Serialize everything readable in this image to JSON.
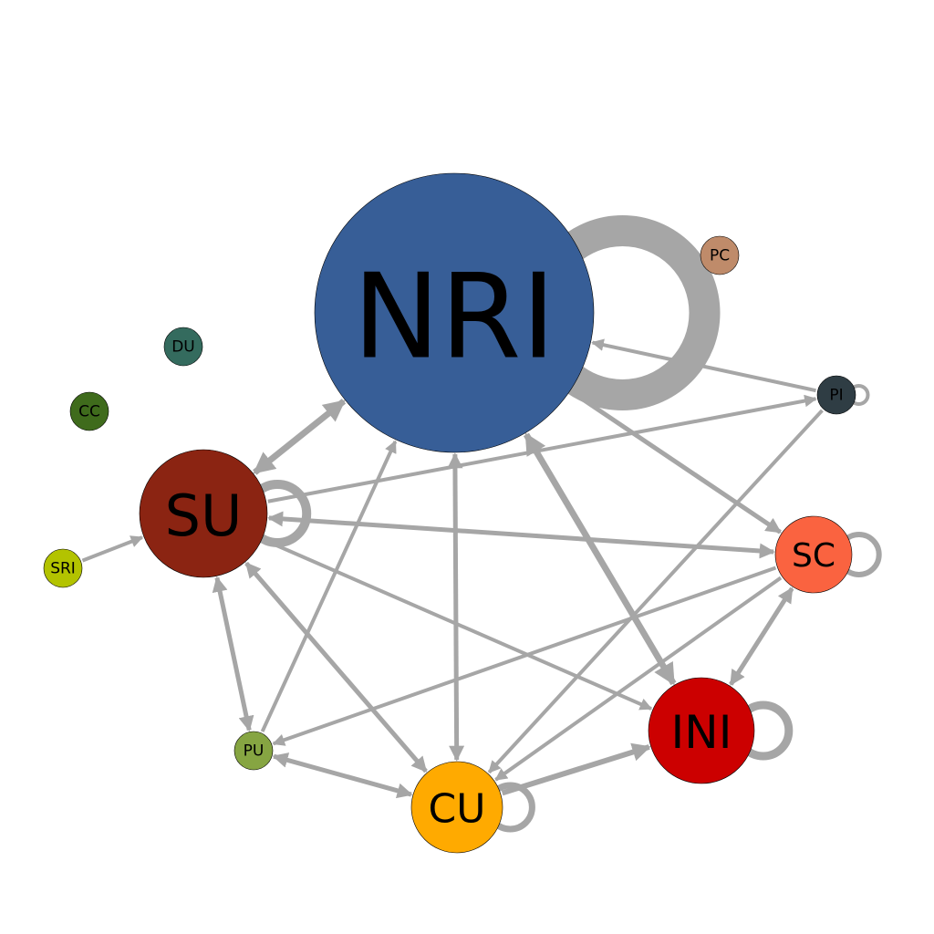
{
  "edge_color": "#a6a6a6",
  "nodes": [
    {
      "id": "NRI",
      "label": "NRI",
      "color": "#375e97"
    },
    {
      "id": "SU",
      "label": "SU",
      "color": "#8b2412"
    },
    {
      "id": "SC",
      "label": "SC",
      "color": "#fa6340"
    },
    {
      "id": "INI",
      "label": "INI",
      "color": "#cc0000"
    },
    {
      "id": "CU",
      "label": "CU",
      "color": "#ffaa00"
    },
    {
      "id": "PU",
      "label": "PU",
      "color": "#86a542"
    },
    {
      "id": "PI",
      "label": "PI",
      "color": "#2f3d44"
    },
    {
      "id": "PC",
      "label": "PC",
      "color": "#bf8b6a"
    },
    {
      "id": "DU",
      "label": "DU",
      "color": "#346b5e"
    },
    {
      "id": "CC",
      "label": "CC",
      "color": "#3f6b1c"
    },
    {
      "id": "SRI",
      "label": "SRI",
      "color": "#b3c300"
    }
  ],
  "edges": [
    {
      "from": "NRI",
      "to": "SU",
      "bidirectional": true
    },
    {
      "from": "NRI",
      "to": "SC",
      "bidirectional": false
    },
    {
      "from": "PI",
      "to": "NRI",
      "bidirectional": false
    },
    {
      "from": "NRI",
      "to": "CU",
      "bidirectional": true
    },
    {
      "from": "NRI",
      "to": "INI",
      "bidirectional": true
    },
    {
      "from": "PU",
      "to": "NRI",
      "bidirectional": false
    },
    {
      "from": "SU",
      "to": "PI",
      "bidirectional": false
    },
    {
      "from": "SC",
      "to": "SU",
      "bidirectional": true
    },
    {
      "from": "SU",
      "to": "INI",
      "bidirectional": false
    },
    {
      "from": "SU",
      "to": "CU",
      "bidirectional": true
    },
    {
      "from": "SU",
      "to": "PU",
      "bidirectional": true
    },
    {
      "from": "SRI",
      "to": "SU",
      "bidirectional": false
    },
    {
      "from": "PI",
      "to": "CU",
      "bidirectional": false
    },
    {
      "from": "SC",
      "to": "CU",
      "bidirectional": false
    },
    {
      "from": "SC",
      "to": "PU",
      "bidirectional": false
    },
    {
      "from": "SC",
      "to": "INI",
      "bidirectional": true
    },
    {
      "from": "CU",
      "to": "INI",
      "bidirectional": false
    },
    {
      "from": "PU",
      "to": "CU",
      "bidirectional": true
    }
  ],
  "self_loops": [
    "NRI",
    "SU",
    "SC",
    "INI",
    "CU",
    "PI"
  ]
}
